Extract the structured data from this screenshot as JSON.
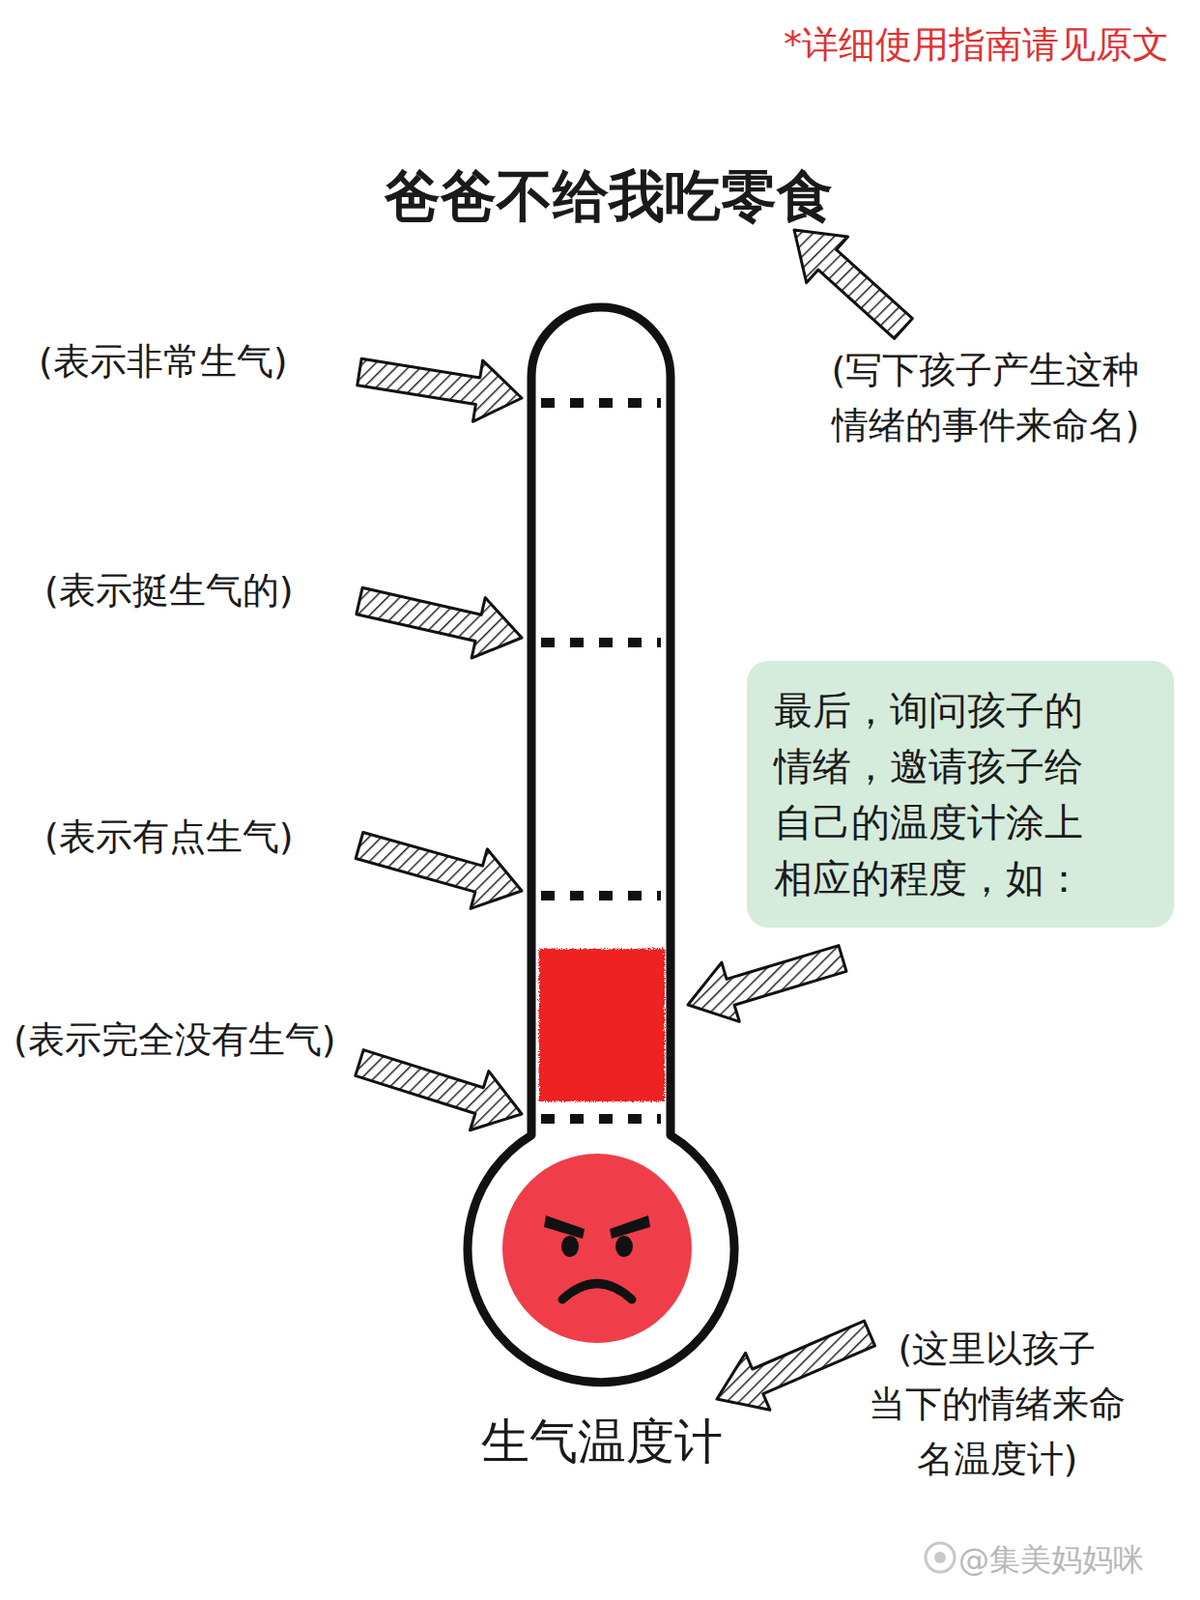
{
  "diagram": {
    "title": "爸爸不给我吃零食",
    "nodes": [
      {
        "text": [
          "最后，询问孩子的 情绪，邀请孩子给 自己的温度计涂上 相应的程度，如："
        ]
      }
    ],
    "labels": [
      "*详细使用指南请见原文",
      "(表示非常生气)",
      "(表示挺生气的)",
      "(表示有点生气)",
      "(表示完全没有生气)",
      "(写下孩子产生这种 情绪的事件来命名)",
      "生气温度计",
      "(这里以孩子 当下的情绪来命 名温度计)",
      "@集美妈妈咪"
    ]
  }
}
